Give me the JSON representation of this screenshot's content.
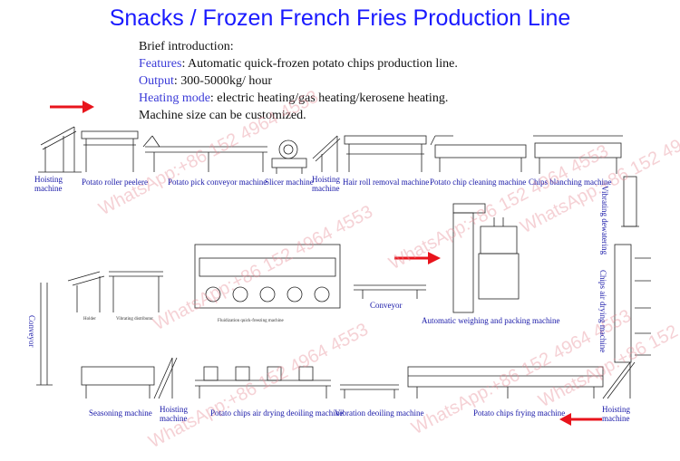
{
  "title": "Snacks / Frozen French Fries Production Line",
  "intro": {
    "brief": "Brief introduction:",
    "features_key": "Features",
    "features_val": ": Automatic quick-frozen potato chips production line.",
    "output_key": "Output",
    "output_val": ": 300-5000kg/ hour",
    "heating_key": "Heating mode",
    "heating_val": ": electric heating/gas heating/kerosene heating.",
    "size": "Machine size can be customized."
  },
  "labels": {
    "hoisting": "Hoisting",
    "machine": "machine",
    "roller_peeler": "Potato roller peelere",
    "pick_conveyor": "Potato pick conveyor machine",
    "slicer": "Slicer machine",
    "hair_roll": "Hair roll removal machine",
    "chip_cleaning": "Potato chip cleaning machine",
    "chips_blanching": "Chips blanching machine",
    "vibrating_dewatering": "Vibrating dewatering",
    "chips_air_drying": "Chips air drying machine",
    "conveyor": "Conveyor",
    "auto_weighing": "Automatic weighing and packing machine",
    "fluidization": "Fluidization quick-freezing machine",
    "vibrating_distributor": "Vibrating distributor",
    "holder": "Holder",
    "seasoning": "Seasoning machine",
    "air_drying_deoiling": "Potato chips air drying deoiling machine",
    "vibration_deoiling": "Vibration deoiling machine",
    "chips_frying": "Potato chips frying machine"
  },
  "watermark": "WhatsApp:+86 152 4964 4553",
  "colors": {
    "title": "#1a1aff",
    "keyword": "#3b3bd8",
    "label": "#1818a8",
    "arrow": "#e8141c",
    "watermark": "#e68c96"
  }
}
